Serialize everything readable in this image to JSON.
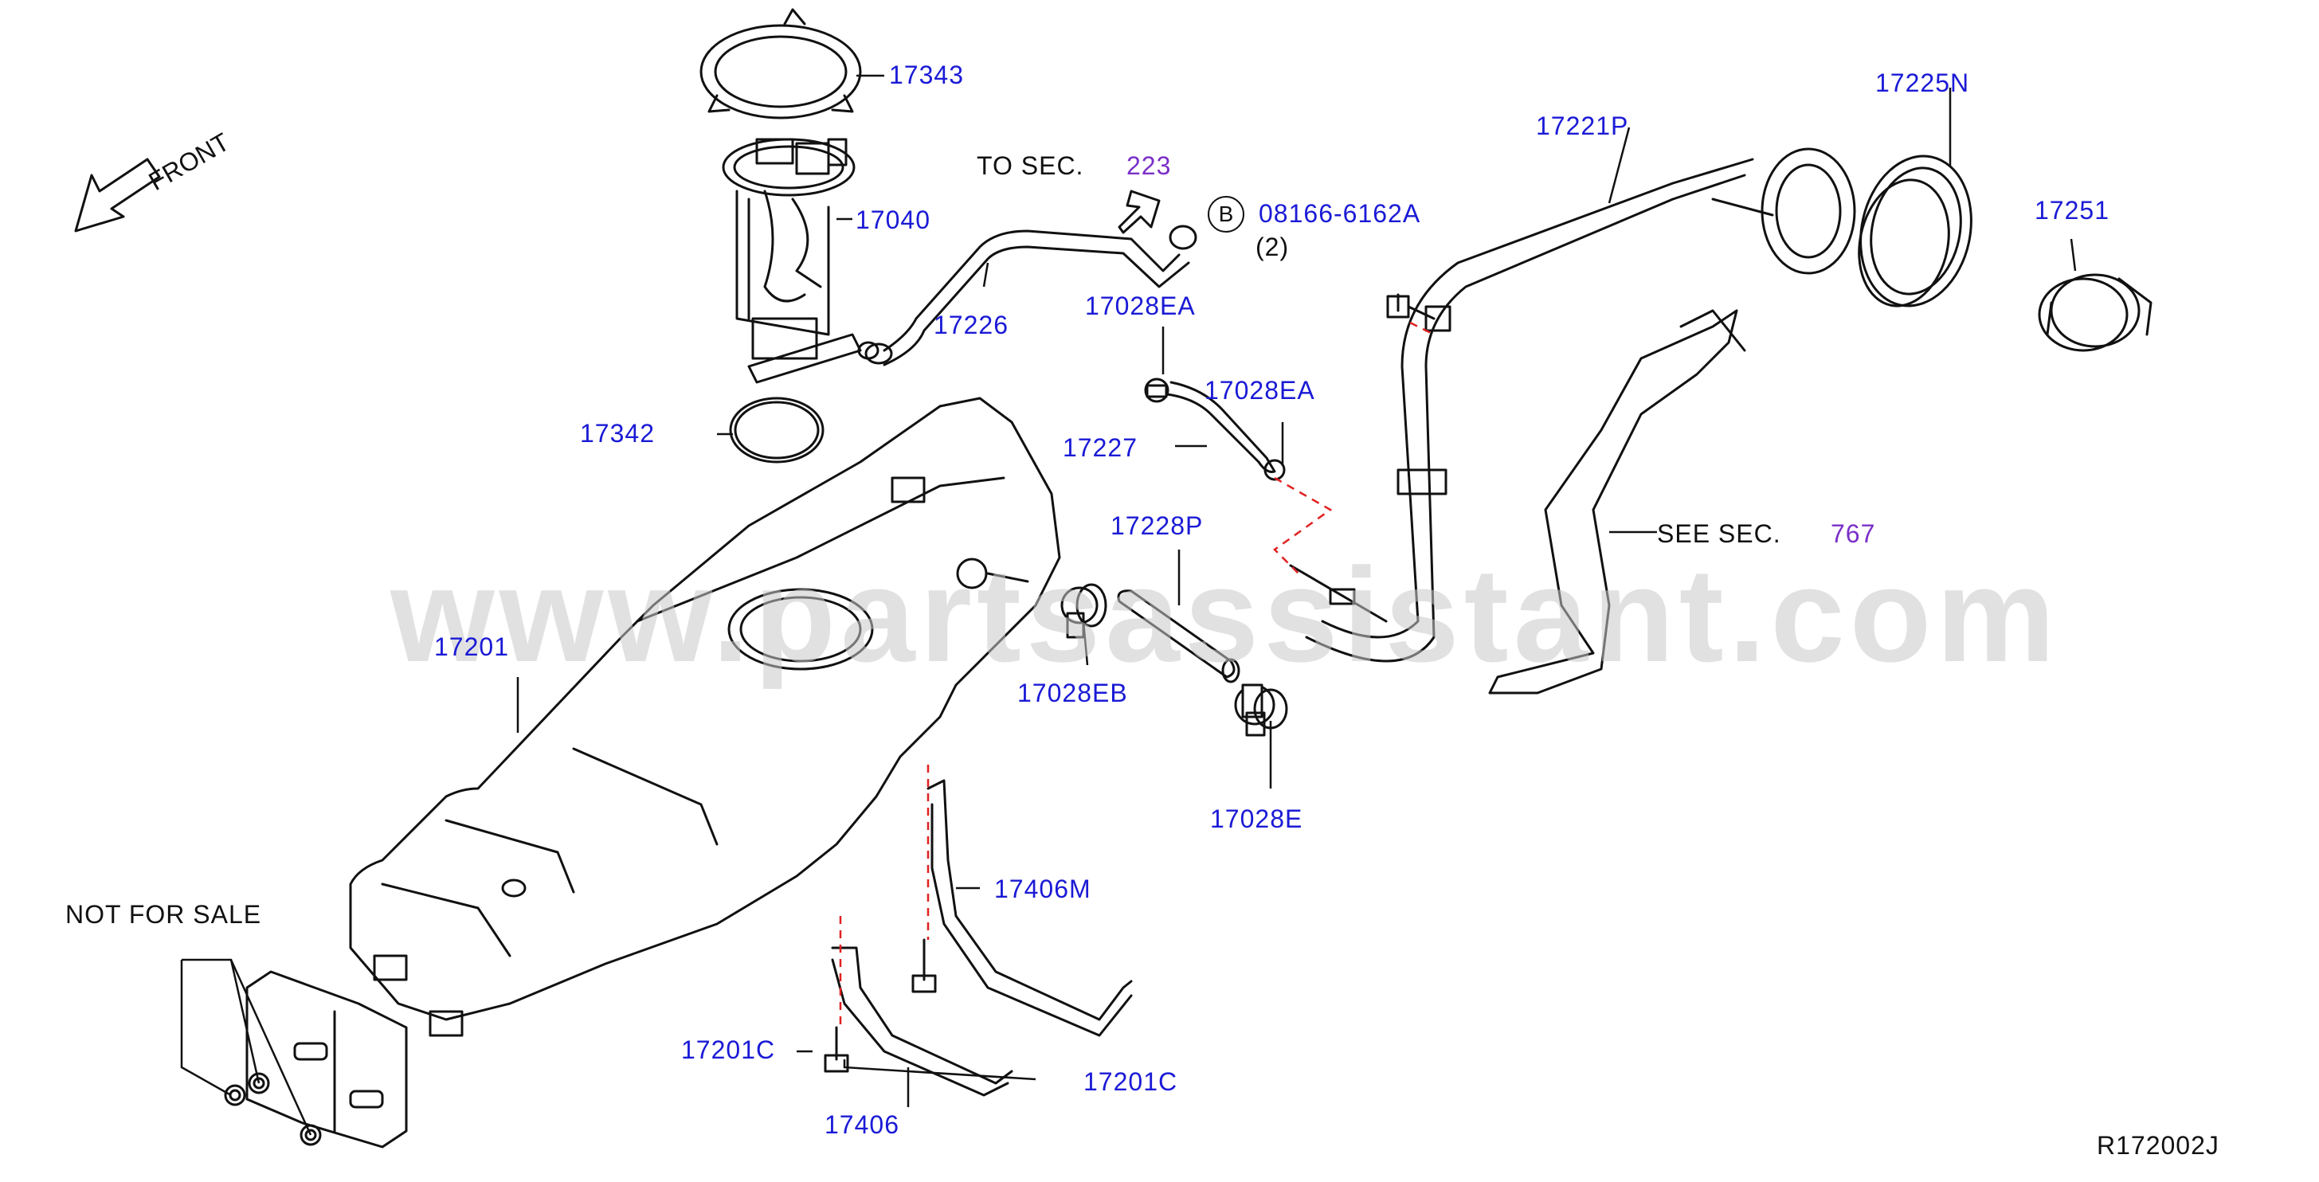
{
  "parts": {
    "p17343": "17343",
    "p17040": "17040",
    "p17342": "17342",
    "p17226": "17226",
    "p17028EA_a": "17028EA",
    "p17028EA_b": "17028EA",
    "p17227": "17227",
    "p17228P": "17228P",
    "p17028EB": "17028EB",
    "p17028E": "17028E",
    "p17221P": "17221P",
    "p17225N": "17225N",
    "p17251": "17251",
    "p17201": "17201",
    "p17406M": "17406M",
    "p17201C_a": "17201C",
    "p17201C_b": "17201C",
    "p17406": "17406",
    "bolt": "08166-6162A",
    "bolt_qty": "(2)",
    "bolt_marker": "B"
  },
  "notes": {
    "front": "FRONT",
    "to_sec": "TO  SEC.",
    "to_sec_ref": "223",
    "see_sec": "SEE  SEC.",
    "see_sec_ref": "767",
    "not_for_sale": "NOT  FOR  SALE",
    "diagram_code": "R172002J"
  },
  "watermark": "www.partsassistant.com",
  "colors": {
    "label": "#1a1ad6",
    "reference": "#7a2fc8",
    "line": "#111111",
    "dashed": "#e02020"
  }
}
